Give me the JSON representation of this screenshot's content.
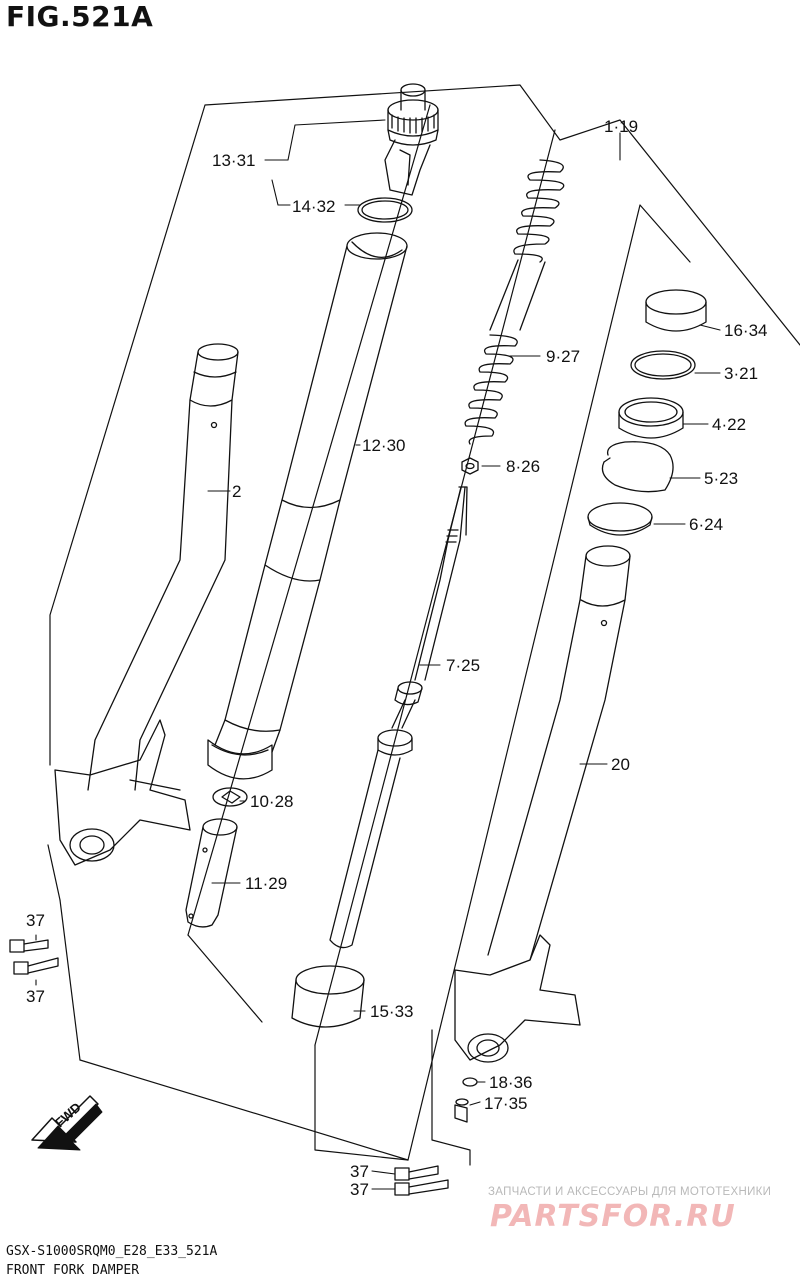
{
  "figure": {
    "title": "FIG.521A",
    "code": "GSX-S1000SRQM0_E28_E33_521A",
    "name": "FRONT FORK DAMPER"
  },
  "callouts": {
    "c13_31": "13·31",
    "c14_32": "14·32",
    "c12_30": "12·30",
    "c2": "2",
    "c10_28": "10·28",
    "c11_29": "11·29",
    "c37a": "37",
    "c37b": "37",
    "c1_19": "1·19",
    "c9_27": "9·27",
    "c8_26": "8·26",
    "c7_25": "7·25",
    "c15_33": "15·33",
    "c16_34": "16·34",
    "c3_21": "3·21",
    "c4_22": "4·22",
    "c5_23": "5·23",
    "c6_24": "6·24",
    "c20": "20",
    "c18_36": "18·36",
    "c17_35": "17·35",
    "c37c": "37",
    "c37d": "37"
  },
  "fwd_arrow": {
    "label": "FWD"
  },
  "watermark": {
    "tagline": "ЗАПЧАСТИ И АКСЕССУАРЫ ДЛЯ МОТОТЕХНИКИ",
    "logo": "PARTSFOR.RU"
  }
}
